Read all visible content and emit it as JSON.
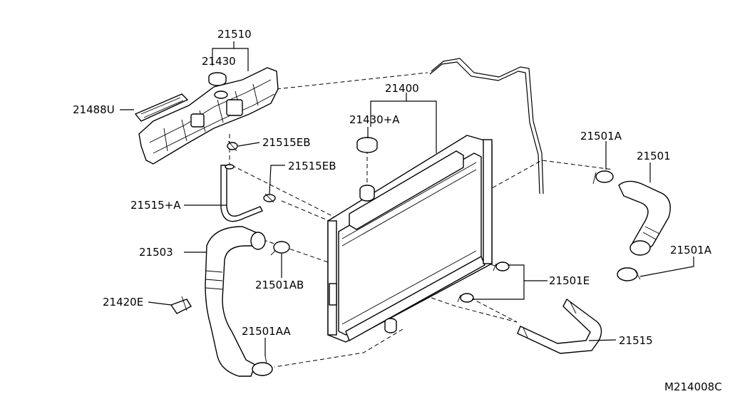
{
  "diagram_code": "M214008C",
  "labels": {
    "p21510": "21510",
    "p21430": "21430",
    "p21488U": "21488U",
    "p21515EB_a": "21515EB",
    "p21515EB_b": "21515EB",
    "p21515A": "21515+A",
    "p21503": "21503",
    "p21501AB": "21501AB",
    "p21420E": "21420E",
    "p21501AA": "21501AA",
    "p21400": "21400",
    "p21430A": "21430+A",
    "p21501A_top": "21501A",
    "p21501": "21501",
    "p21501A_right": "21501A",
    "p21501E": "21501E",
    "p21515": "21515"
  }
}
